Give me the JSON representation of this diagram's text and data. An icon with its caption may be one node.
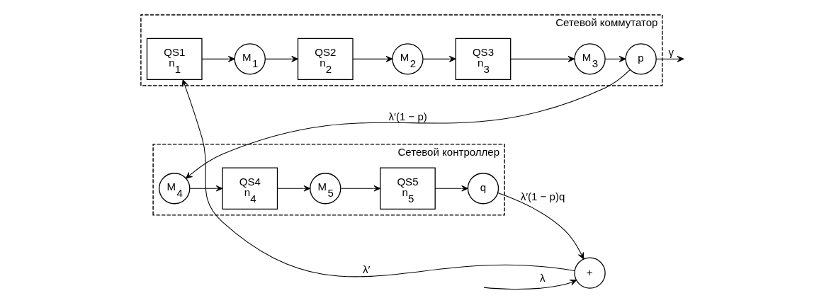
{
  "diagram": {
    "nodes": [
      {
        "text": [
          "Сетевой контроллер"
        ]
      },
      {
        "text": [
          "M$_{4}$"
        ],
        "in": 0
      },
      {
        "text": [
          "QS4",
          "n$_{4}$"
        ],
        "in": 0
      },
      {
        "text": [
          "M$_{5}$"
        ],
        "in": 0
      },
      {
        "text": [
          "QS5",
          "n$_{5}$"
        ],
        "in": 0
      },
      {
        "text": [
          "q"
        ],
        "in": 0
      },
      {
        "text": [
          "Сетевой коммутатор"
        ]
      },
      {
        "text": [
          "QS1",
          "n$_{1}$"
        ],
        "in": 6
      },
      {
        "text": [
          "M$_{1}$"
        ],
        "in": 6
      },
      {
        "text": [
          "QS2",
          "n$_{2}$"
        ],
        "in": 6
      },
      {
        "text": [
          "M$_{2}$"
        ],
        "in": 6
      },
      {
        "text": [
          "QS3",
          "n$_{3}$"
        ],
        "in": 6
      },
      {
        "text": [
          "M$_{3}$"
        ],
        "in": 6
      },
      {
        "text": [
          "p"
        ],
        "in": 6
      },
      {
        "text": [
          "+"
        ]
      }
    ],
    "edges": [
      {
        "from": null,
        "to": 14,
        "arrow": "to",
        "label": "λ"
      },
      {
        "from": 14,
        "to": 7,
        "arrow": "to",
        "label": "λ′"
      },
      {
        "from": 7,
        "to": 8,
        "arrow": "to"
      },
      {
        "from": 8,
        "to": 9,
        "arrow": "to"
      },
      {
        "from": 9,
        "to": 10,
        "arrow": "to"
      },
      {
        "from": 10,
        "to": 11,
        "arrow": "to"
      },
      {
        "from": 11,
        "to": 12,
        "arrow": "to"
      },
      {
        "from": 12,
        "to": 13,
        "arrow": "to"
      },
      {
        "from": 13,
        "to": null,
        "arrow": "to",
        "label": "γ"
      },
      {
        "from": 13,
        "to": 1,
        "arrow": "to",
        "label": "λ′(1 − p)"
      },
      {
        "from": 1,
        "to": 2,
        "arrow": "to"
      },
      {
        "from": 2,
        "to": 3,
        "arrow": "to"
      },
      {
        "from": 3,
        "to": 4,
        "arrow": "to"
      },
      {
        "from": 4,
        "to": 5,
        "arrow": "to"
      },
      {
        "from": 5,
        "to": 14,
        "arrow": "to",
        "label": "λ′(1 − p)q"
      }
    ]
  }
}
